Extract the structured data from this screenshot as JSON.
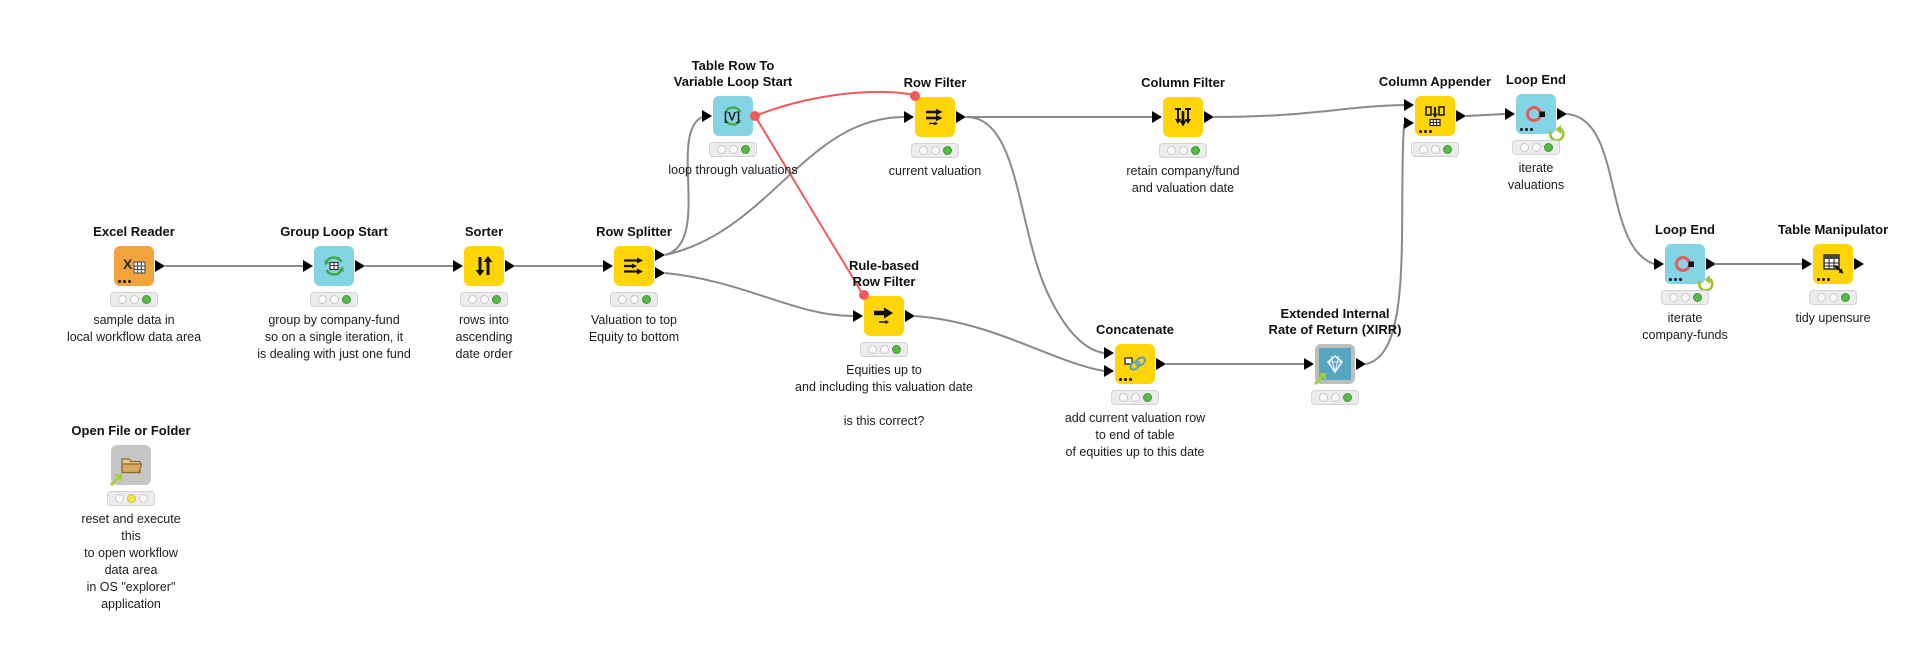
{
  "nodes": {
    "excel_reader": {
      "title": "Excel Reader",
      "annotation": "sample data in\nlocal workflow data area",
      "status": "green"
    },
    "group_loop_start": {
      "title": "Group Loop Start",
      "annotation": "group by company-fund\nso on a single iteration, it\nis dealing with just one fund",
      "status": "green"
    },
    "sorter": {
      "title": "Sorter",
      "annotation": "rows into\nascending\ndate order",
      "status": "green"
    },
    "row_splitter": {
      "title": "Row Splitter",
      "annotation": "Valuation to top\nEquity to bottom",
      "status": "green"
    },
    "trtv_loop_start": {
      "title": "Table Row To\nVariable Loop Start",
      "annotation": "loop through valuations",
      "status": "green"
    },
    "row_filter": {
      "title": "Row Filter",
      "annotation": "current valuation",
      "status": "green"
    },
    "column_filter": {
      "title": "Column Filter",
      "annotation": "retain company/fund\nand valuation date",
      "status": "green"
    },
    "rule_based_row_filter": {
      "title": "Rule-based\nRow Filter",
      "annotation": "Equities up to\nand including this valuation date\n\nis this correct?",
      "status": "green"
    },
    "concatenate": {
      "title": "Concatenate",
      "annotation": "add current valuation row\nto end of table\nof equities up to this date",
      "status": "green"
    },
    "xirr": {
      "title": "Extended Internal\nRate of Return (XIRR)",
      "annotation": "",
      "status": "green"
    },
    "column_appender": {
      "title": "Column Appender",
      "annotation": "",
      "status": "green"
    },
    "loop_end_valuations": {
      "title": "Loop End",
      "annotation": "iterate\nvaluations",
      "status": "green"
    },
    "loop_end_company_funds": {
      "title": "Loop End",
      "annotation": "iterate\ncompany-funds",
      "status": "green"
    },
    "table_manipulator": {
      "title": "Table Manipulator",
      "annotation": "tidy upensure",
      "status": "green"
    },
    "open_file_or_folder": {
      "title": "Open File or Folder",
      "annotation": "reset and execute\nthis\nto open workflow\ndata area\nin OS \"explorer\"\napplication",
      "status": "yellow"
    }
  },
  "edges": [
    {
      "from": "excel_reader",
      "to": "group_loop_start",
      "type": "data"
    },
    {
      "from": "group_loop_start",
      "to": "sorter",
      "type": "data"
    },
    {
      "from": "sorter",
      "to": "row_splitter",
      "type": "data"
    },
    {
      "from": "row_splitter",
      "to": "trtv_loop_start",
      "type": "data"
    },
    {
      "from": "row_splitter",
      "to": "row_filter",
      "type": "data"
    },
    {
      "from": "row_splitter",
      "to": "rule_based_row_filter",
      "type": "data"
    },
    {
      "from": "trtv_loop_start",
      "to": "row_filter",
      "type": "flow-variable"
    },
    {
      "from": "trtv_loop_start",
      "to": "rule_based_row_filter",
      "type": "flow-variable"
    },
    {
      "from": "row_filter",
      "to": "column_filter",
      "type": "data"
    },
    {
      "from": "row_filter",
      "to": "concatenate",
      "type": "data"
    },
    {
      "from": "rule_based_row_filter",
      "to": "concatenate",
      "type": "data"
    },
    {
      "from": "column_filter",
      "to": "column_appender",
      "type": "data"
    },
    {
      "from": "concatenate",
      "to": "xirr",
      "type": "data"
    },
    {
      "from": "xirr",
      "to": "column_appender",
      "type": "data"
    },
    {
      "from": "column_appender",
      "to": "loop_end_valuations",
      "type": "data"
    },
    {
      "from": "loop_end_valuations",
      "to": "loop_end_company_funds",
      "type": "data"
    },
    {
      "from": "loop_end_company_funds",
      "to": "table_manipulator",
      "type": "data"
    }
  ],
  "colors": {
    "node_yellow": "#FFD508",
    "node_orange": "#F2A33C",
    "node_cyan": "#85D4E6",
    "node_gray": "#C6C6C6",
    "component_blue": "#56A5C1",
    "edge_gray": "#8a8a8a",
    "flow_red": "#F25A5A",
    "status_green": "#55BB44",
    "status_yellow": "#F5E642"
  }
}
